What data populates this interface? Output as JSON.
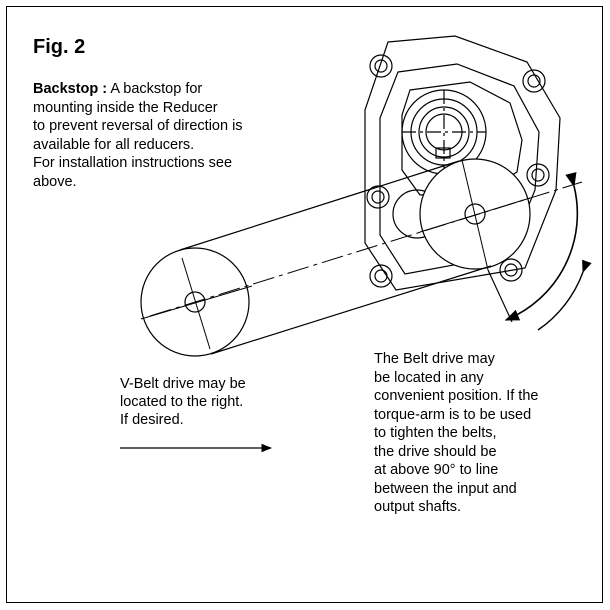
{
  "figure": {
    "title": "Fig. 2"
  },
  "backstop_note": {
    "heading": "Backstop :",
    "lines": [
      " A backstop for",
      "mounting inside the Reducer",
      "to prevent reversal of direction is",
      "available for all reducers.",
      "For installation instructions see",
      "above."
    ]
  },
  "left_note": {
    "lines": [
      "V-Belt drive may be",
      "located to the right.",
      "If desired."
    ]
  },
  "right_note": {
    "lines": [
      "The Belt drive may",
      "be located in any",
      "convenient position. If the",
      "torque-arm is to be used",
      "to tighten the belts,",
      "the drive should be",
      "at above 90° to line",
      "between the input and",
      "output shafts."
    ]
  },
  "colors": {
    "line": "#000000",
    "background": "#ffffff"
  }
}
